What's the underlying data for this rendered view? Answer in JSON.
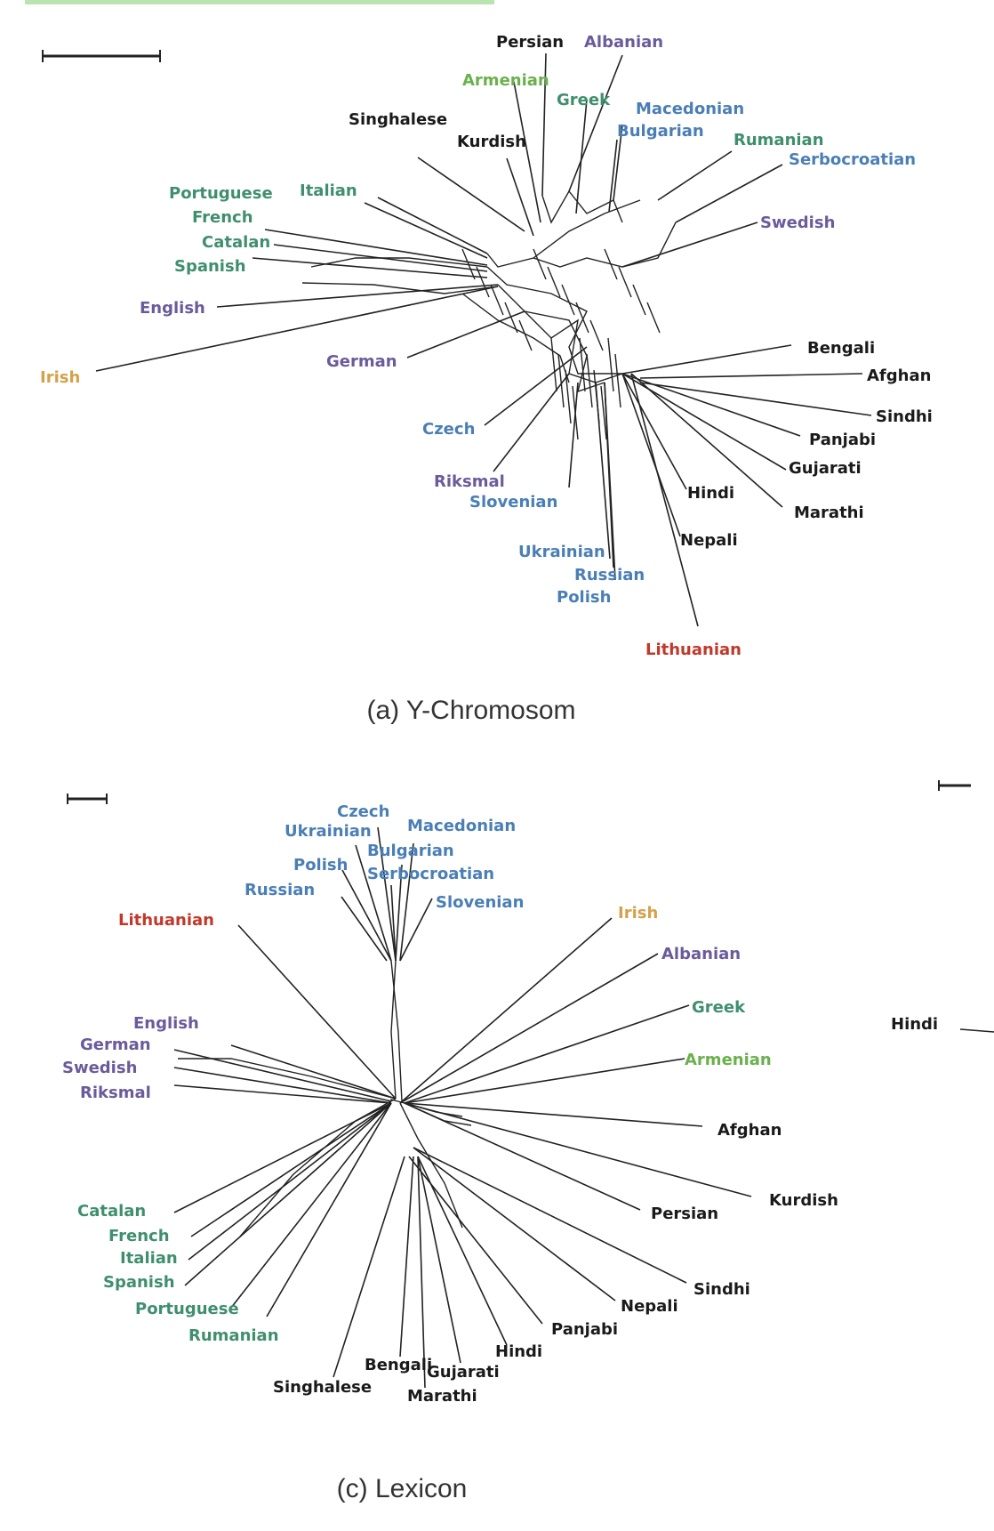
{
  "colors": {
    "black": "#1a1a1a",
    "green": "#3f8f6f",
    "lightgreen": "#6ab04c",
    "blue": "#4a7fb5",
    "purple": "#6b5b9a",
    "orange": "#d4a24a",
    "red": "#c0392b"
  },
  "panels": [
    {
      "id": "a",
      "caption": "(a) Y-Chromosom",
      "labels": [
        {
          "text": "Persian",
          "color": "black"
        },
        {
          "text": "Albanian",
          "color": "purple"
        },
        {
          "text": "Armenian",
          "color": "lightgreen"
        },
        {
          "text": "Greek",
          "color": "green"
        },
        {
          "text": "Macedonian",
          "color": "blue"
        },
        {
          "text": "Bulgarian",
          "color": "blue"
        },
        {
          "text": "Singhalese",
          "color": "black"
        },
        {
          "text": "Kurdish",
          "color": "black"
        },
        {
          "text": "Rumanian",
          "color": "green"
        },
        {
          "text": "Serbocroatian",
          "color": "blue"
        },
        {
          "text": "Portuguese",
          "color": "green"
        },
        {
          "text": "Italian",
          "color": "green"
        },
        {
          "text": "French",
          "color": "green"
        },
        {
          "text": "Catalan",
          "color": "green"
        },
        {
          "text": "Spanish",
          "color": "green"
        },
        {
          "text": "Swedish",
          "color": "purple"
        },
        {
          "text": "English",
          "color": "purple"
        },
        {
          "text": "Irish",
          "color": "orange"
        },
        {
          "text": "German",
          "color": "purple"
        },
        {
          "text": "Bengali",
          "color": "black"
        },
        {
          "text": "Afghan",
          "color": "black"
        },
        {
          "text": "Sindhi",
          "color": "black"
        },
        {
          "text": "Czech",
          "color": "blue"
        },
        {
          "text": "Panjabi",
          "color": "black"
        },
        {
          "text": "Gujarati",
          "color": "black"
        },
        {
          "text": "Riksmal",
          "color": "purple"
        },
        {
          "text": "Slovenian",
          "color": "blue"
        },
        {
          "text": "Hindi",
          "color": "black"
        },
        {
          "text": "Marathi",
          "color": "black"
        },
        {
          "text": "Nepali",
          "color": "black"
        },
        {
          "text": "Ukrainian",
          "color": "blue"
        },
        {
          "text": "Russian",
          "color": "blue"
        },
        {
          "text": "Polish",
          "color": "blue"
        },
        {
          "text": "Lithuanian",
          "color": "red"
        }
      ]
    },
    {
      "id": "c",
      "caption": "(c) Lexicon",
      "labels": [
        {
          "text": "Czech",
          "color": "blue"
        },
        {
          "text": "Ukrainian",
          "color": "blue"
        },
        {
          "text": "Macedonian",
          "color": "blue"
        },
        {
          "text": "Bulgarian",
          "color": "blue"
        },
        {
          "text": "Polish",
          "color": "blue"
        },
        {
          "text": "Serbocroatian",
          "color": "blue"
        },
        {
          "text": "Russian",
          "color": "blue"
        },
        {
          "text": "Slovenian",
          "color": "blue"
        },
        {
          "text": "Lithuanian",
          "color": "red"
        },
        {
          "text": "Irish",
          "color": "orange"
        },
        {
          "text": "Albanian",
          "color": "purple"
        },
        {
          "text": "English",
          "color": "purple"
        },
        {
          "text": "Greek",
          "color": "green"
        },
        {
          "text": "German",
          "color": "purple"
        },
        {
          "text": "Swedish",
          "color": "purple"
        },
        {
          "text": "Armenian",
          "color": "lightgreen"
        },
        {
          "text": "Riksmal",
          "color": "purple"
        },
        {
          "text": "Afghan",
          "color": "black"
        },
        {
          "text": "Catalan",
          "color": "green"
        },
        {
          "text": "Kurdish",
          "color": "black"
        },
        {
          "text": "French",
          "color": "green"
        },
        {
          "text": "Persian",
          "color": "black"
        },
        {
          "text": "Italian",
          "color": "green"
        },
        {
          "text": "Spanish",
          "color": "green"
        },
        {
          "text": "Sindhi",
          "color": "black"
        },
        {
          "text": "Portuguese",
          "color": "green"
        },
        {
          "text": "Nepali",
          "color": "black"
        },
        {
          "text": "Panjabi",
          "color": "black"
        },
        {
          "text": "Rumanian",
          "color": "green"
        },
        {
          "text": "Hindi",
          "color": "black"
        },
        {
          "text": "Bengali",
          "color": "black"
        },
        {
          "text": "Gujarati",
          "color": "black"
        },
        {
          "text": "Singhalese",
          "color": "black"
        },
        {
          "text": "Marathi",
          "color": "black"
        }
      ]
    }
  ],
  "offpanel_labels": [
    {
      "text": "Hindi",
      "color": "black"
    }
  ]
}
